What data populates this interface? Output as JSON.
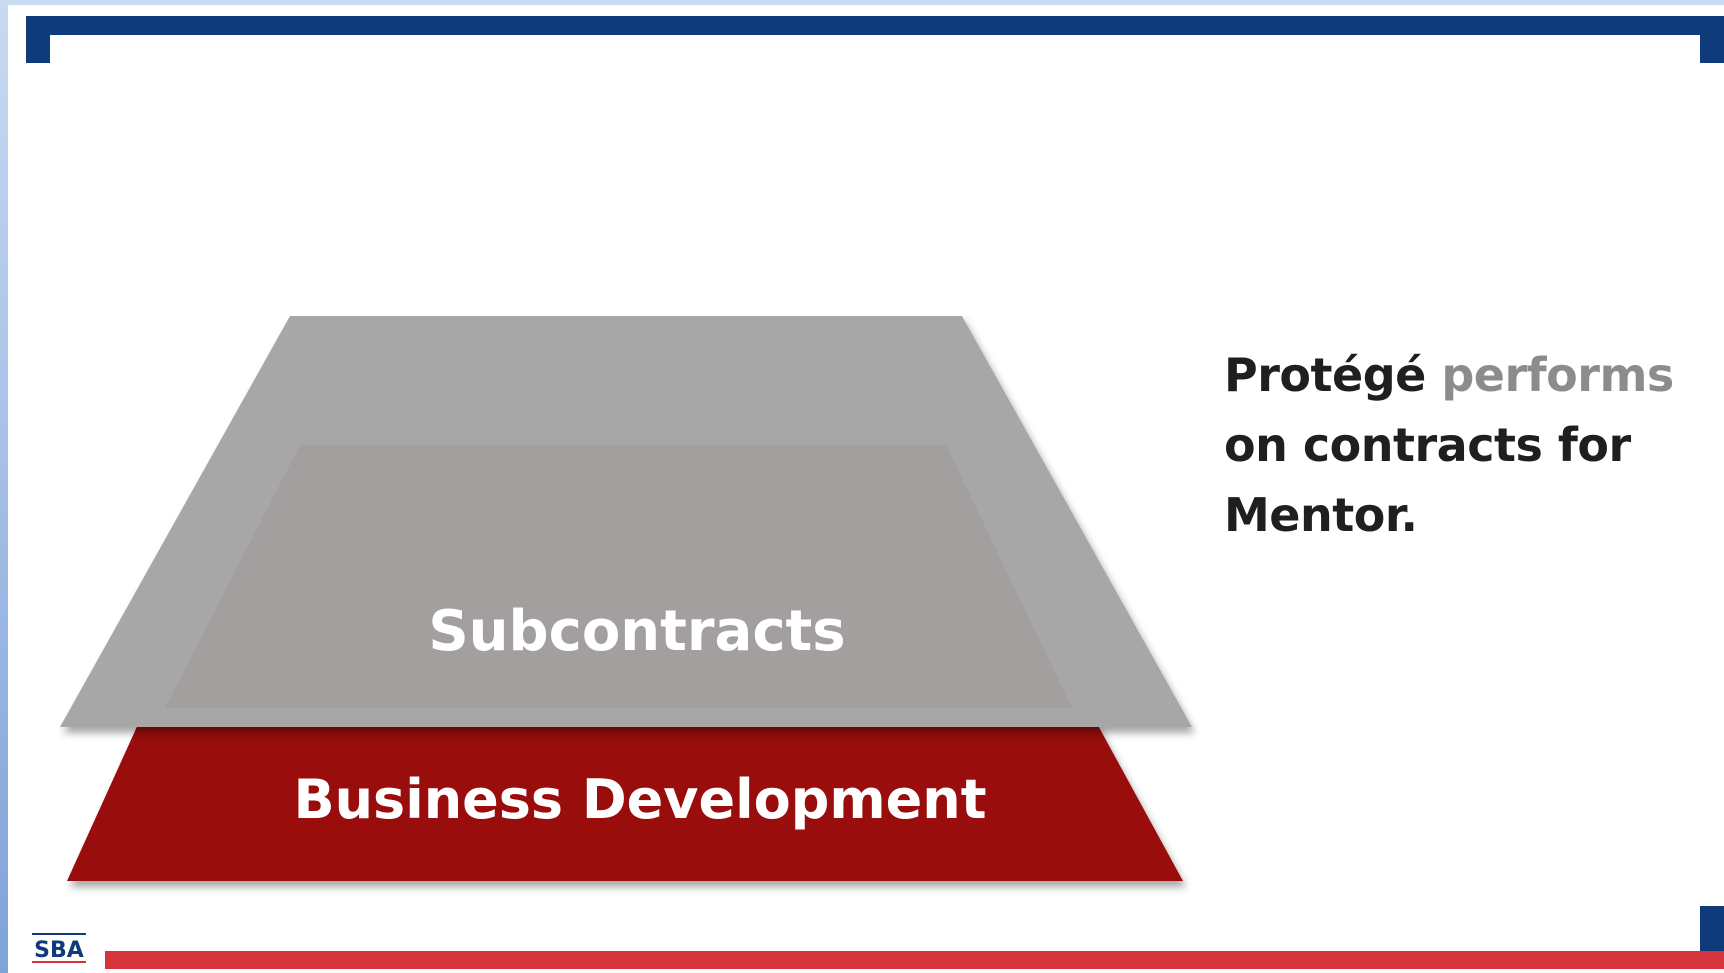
{
  "slide": {
    "pyramid": {
      "top_layer_label": "Subcontracts",
      "base_layer_label": "Business Development"
    },
    "callout": {
      "word_1": "Protégé",
      "word_2": "performs",
      "line_2": "on contracts for",
      "line_3": "Mentor."
    },
    "logo_text": "SBA"
  },
  "colors": {
    "frame_blue": "#0f3b7a",
    "accent_red": "#d6343c",
    "base_layer_red": "#990808",
    "top_layer_gray": "#a7a7a7",
    "inner_layer_gray": "#a39e9e",
    "text_dark": "#1f1f1f",
    "text_muted": "#8c8c8c"
  }
}
